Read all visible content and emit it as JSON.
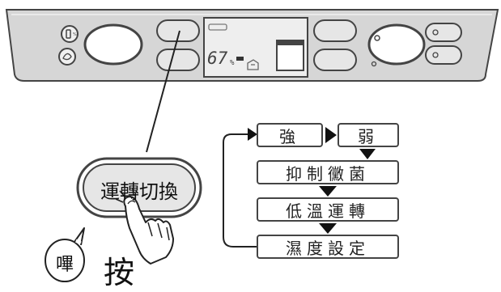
{
  "display": {
    "humidity": "67",
    "unit": "%"
  },
  "button": {
    "label": "運轉切換"
  },
  "sound": {
    "beep": "嗶"
  },
  "action": {
    "press": "按"
  },
  "modes": {
    "strong": "強",
    "weak": "弱",
    "sterilize": "抑制黴菌",
    "low_temp": "低溫運轉",
    "humidity_set": "濕度設定"
  },
  "colors": {
    "panel": "#d6d6d6",
    "outline": "#444444",
    "button_fill": "#e6e6e6",
    "lcd": "#eeeeee"
  }
}
